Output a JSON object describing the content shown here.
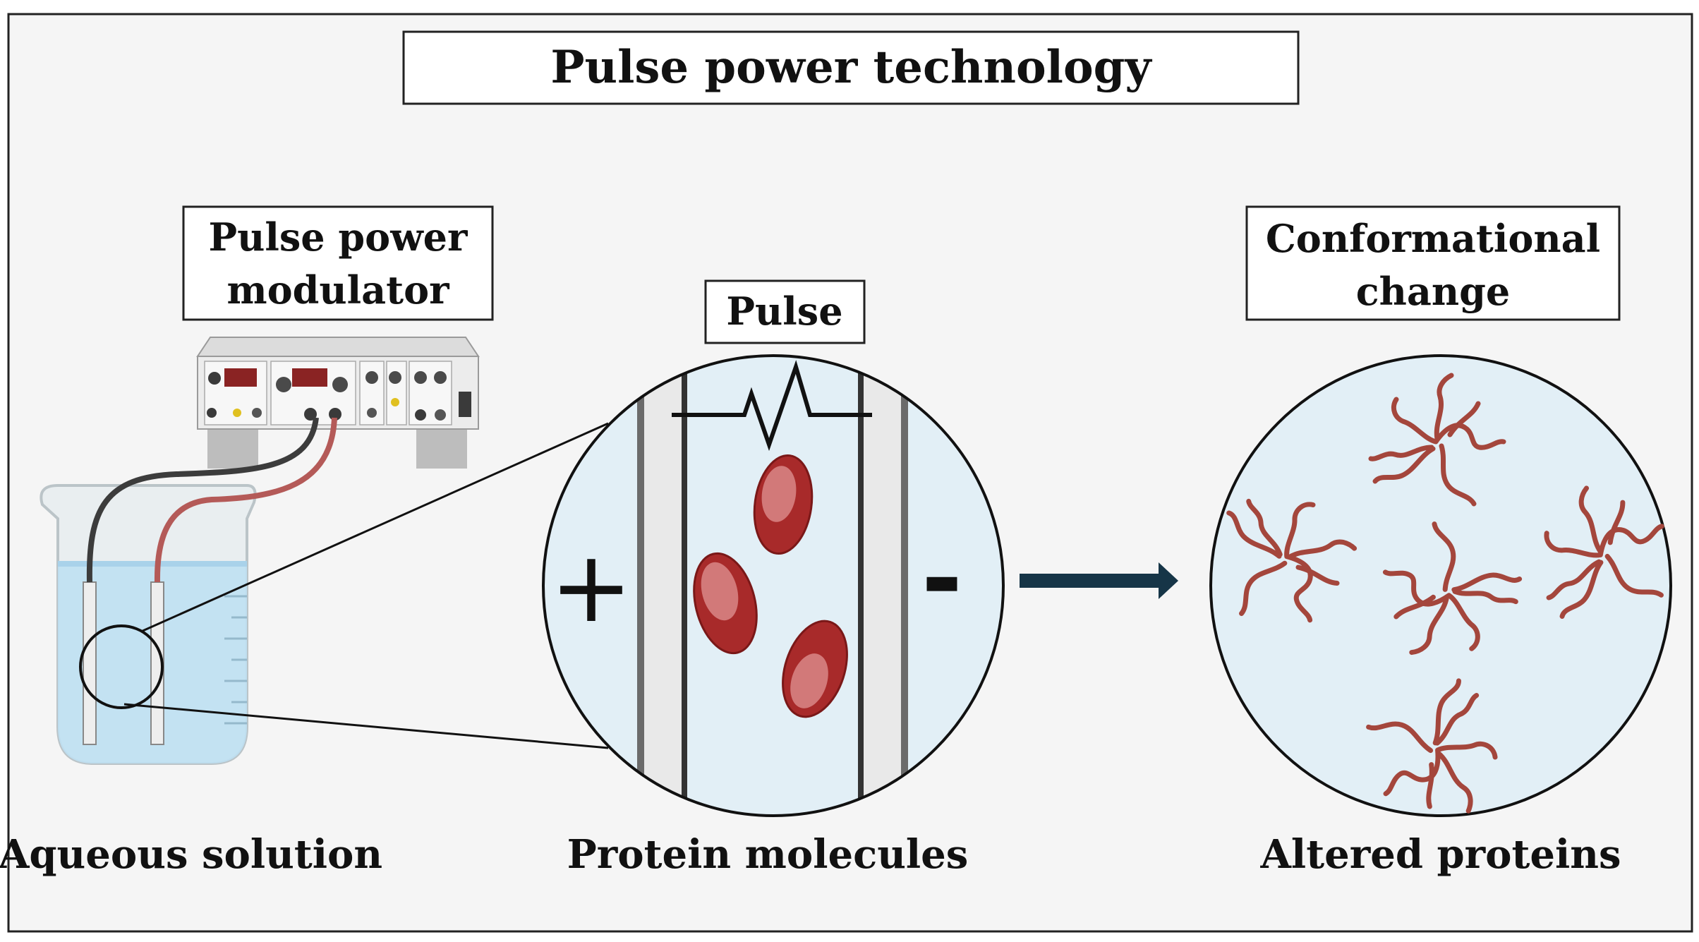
{
  "title": "Pulse power technology",
  "labels": {
    "modulator": [
      "Pulse power",
      "modulator"
    ],
    "pulse": "Pulse",
    "conformational": [
      "Conformational",
      "change"
    ],
    "aqueous": "Aqueous solution",
    "protein": "Protein molecules",
    "altered": "Altered proteins",
    "plus": "+",
    "minus": "-"
  },
  "colors": {
    "background": "#f5f5f5",
    "circle_fill": "#e2eff6",
    "protein_red": "#a82a2a",
    "protein_highlight": "#d98787",
    "altered_protein": "#a4463c",
    "arrow": "#163547",
    "wire_red": "#b45a58",
    "wire_black": "#3c3c3c",
    "water": "#bfe0f2"
  },
  "icons": [
    "pulse-modulator-device-icon",
    "beaker-icon",
    "electrode-icon",
    "protein-molecule-icon",
    "altered-protein-icon",
    "pulse-waveform-icon",
    "right-arrow-icon"
  ]
}
